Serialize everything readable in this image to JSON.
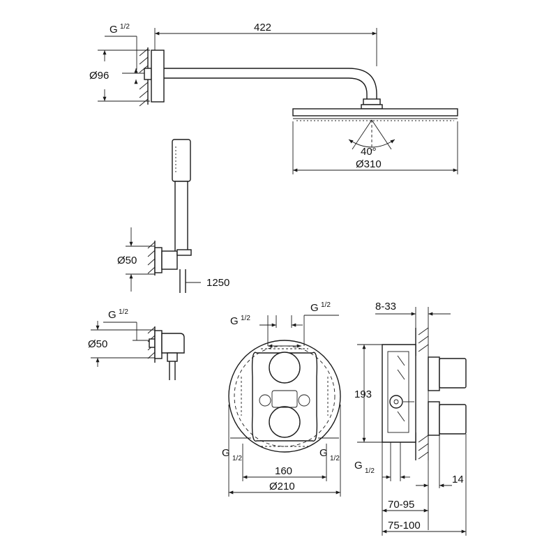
{
  "dimensions": {
    "arm_length": "422",
    "thread_arm": "G",
    "thread_arm_frac": "1/2",
    "flange_arm": "Ø96",
    "spray_angle": "40°",
    "head_diameter": "Ø310",
    "holder_flange": "Ø50",
    "hose_length": "1250",
    "elbow_thread": "G",
    "elbow_thread_frac": "1/2",
    "elbow_flange": "Ø50",
    "valve_top_thread_right": "G",
    "valve_top_thread_right_frac": "1/2",
    "valve_top_thread_left": "G",
    "valve_top_thread_left_frac": "1/2",
    "valve_bottom_thread_left": "G",
    "valve_bottom_thread_left_frac": "1/2",
    "valve_bottom_thread_right": "G",
    "valve_bottom_thread_right_frac": "1/2",
    "valve_spacing": "160",
    "valve_diameter": "Ø210",
    "side_wall_range": "8-33",
    "side_height": "193",
    "side_thread": "G",
    "side_thread_frac": "1/2",
    "side_depth_14": "14",
    "side_depth_70_95": "70-95",
    "side_depth_75_100": "75-100"
  }
}
